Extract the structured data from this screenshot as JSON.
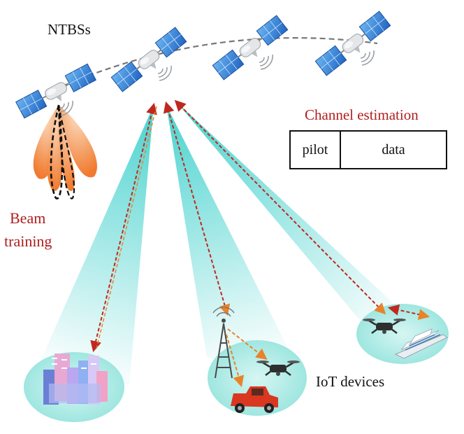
{
  "labels": {
    "ntbs": "NTBSs",
    "beam_line1": "Beam",
    "beam_line2": "training",
    "channel_estimation": "Channel estimation",
    "iot_devices": "IoT devices"
  },
  "frame": {
    "pilot": "pilot",
    "data": "data"
  },
  "icons": {
    "satellites": [
      "satellite-icon",
      "satellite-icon",
      "satellite-icon",
      "satellite-icon"
    ],
    "ground": [
      "city-icon",
      "tower-icon",
      "drone-icon",
      "car-icon",
      "drone-icon",
      "ship-icon"
    ]
  },
  "colors": {
    "label_red": "#b01e1e",
    "link_orange": "#e8832a",
    "link_red": "#c0281e",
    "beam_cyan": "#3fd0cc",
    "orbit_gray": "#777777",
    "solar_panel_blue": "#2d7fd6",
    "beam_lobe_orange": "#f07a2e"
  }
}
